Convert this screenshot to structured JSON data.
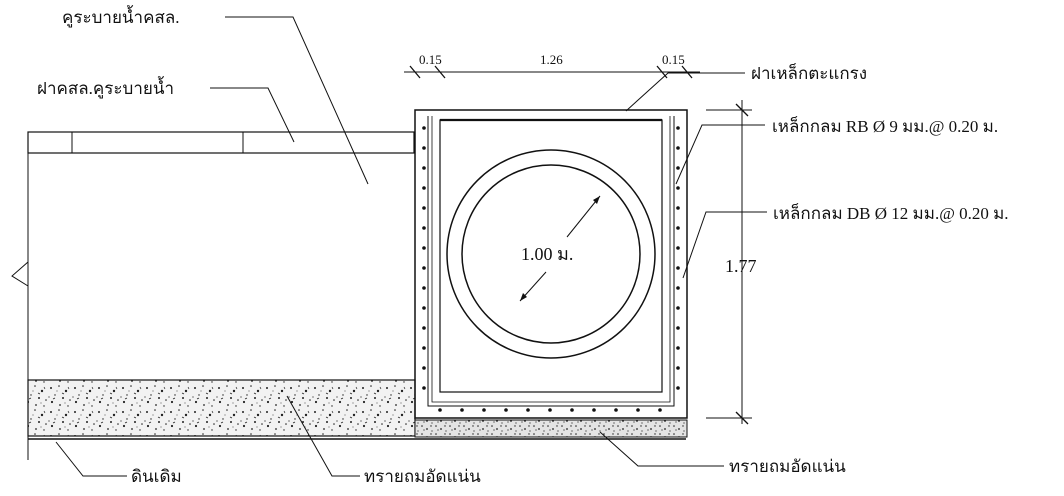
{
  "labels": {
    "drain_rc": "คูระบายน้ำคสล.",
    "drain_cover": "ฝาคสล.คูระบายน้ำ",
    "steel_grate": "ฝาเหล็กตะแกรง",
    "rebar_rb": "เหล็กกลม RB Ø 9 มม.@ 0.20 ม.",
    "rebar_db": "เหล็กกลม DB Ø 12 มม.@ 0.20 ม.",
    "original_soil": "ดินเดิม",
    "compacted_sand_1": "ทรายถมอัดแน่น",
    "compacted_sand_2": "ทรายถมอัดแน่น"
  },
  "dimensions": {
    "wall_left": "0.15",
    "inner_width": "1.26",
    "wall_right": "0.15",
    "height": "1.77",
    "pipe_diameter": "1.00 ม."
  }
}
